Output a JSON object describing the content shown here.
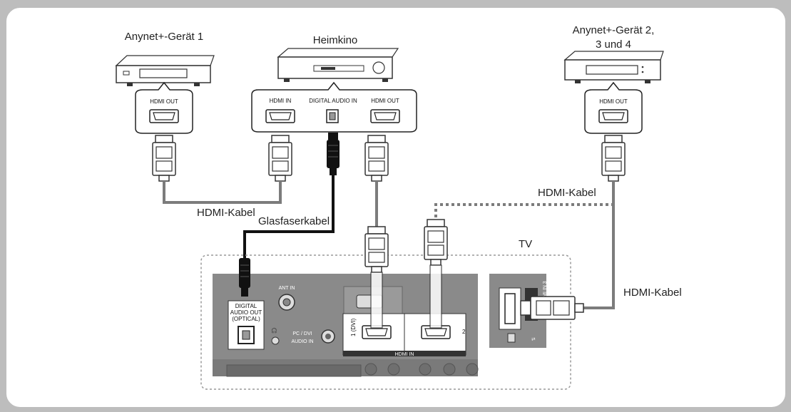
{
  "devices": {
    "anynet1_title": "Anynet+-Gerät 1",
    "home_theater_title": "Heimkino",
    "anynet2_title_line1": "Anynet+-Gerät 2,",
    "anynet2_title_line2": "3 und 4",
    "tv_title": "TV"
  },
  "ports": {
    "hdmi_out": "HDMI OUT",
    "hdmi_in": "HDMI IN",
    "digital_audio_in": "DIGITAL AUDIO IN",
    "ant_in": "ANT IN",
    "digital_audio_out_line1": "DIGITAL",
    "digital_audio_out_line2": "AUDIO OUT",
    "digital_audio_out_line3": "(OPTICAL)",
    "pc_dvi_audio_in_line1": "PC / DVI",
    "pc_dvi_audio_in_line2": "AUDIO IN",
    "tv_hdmi_in": "HDMI IN",
    "tv_hdmi_1": "1 (DVI)",
    "tv_hdmi_2": "2",
    "tv_hdmi_3": "HDMI IN 3"
  },
  "cables": {
    "hdmi_cable_left": "HDMI-Kabel",
    "optical_cable": "Glasfaserkabel",
    "hdmi_cable_right_top": "HDMI-Kabel",
    "hdmi_cable_right_side": "HDMI-Kabel"
  },
  "colors": {
    "background": "#bdbdbd",
    "panel": "#ffffff",
    "tv_panel": "#8a8a8a",
    "cable": "#7c7c7c",
    "optical": "#1a1a1a"
  }
}
